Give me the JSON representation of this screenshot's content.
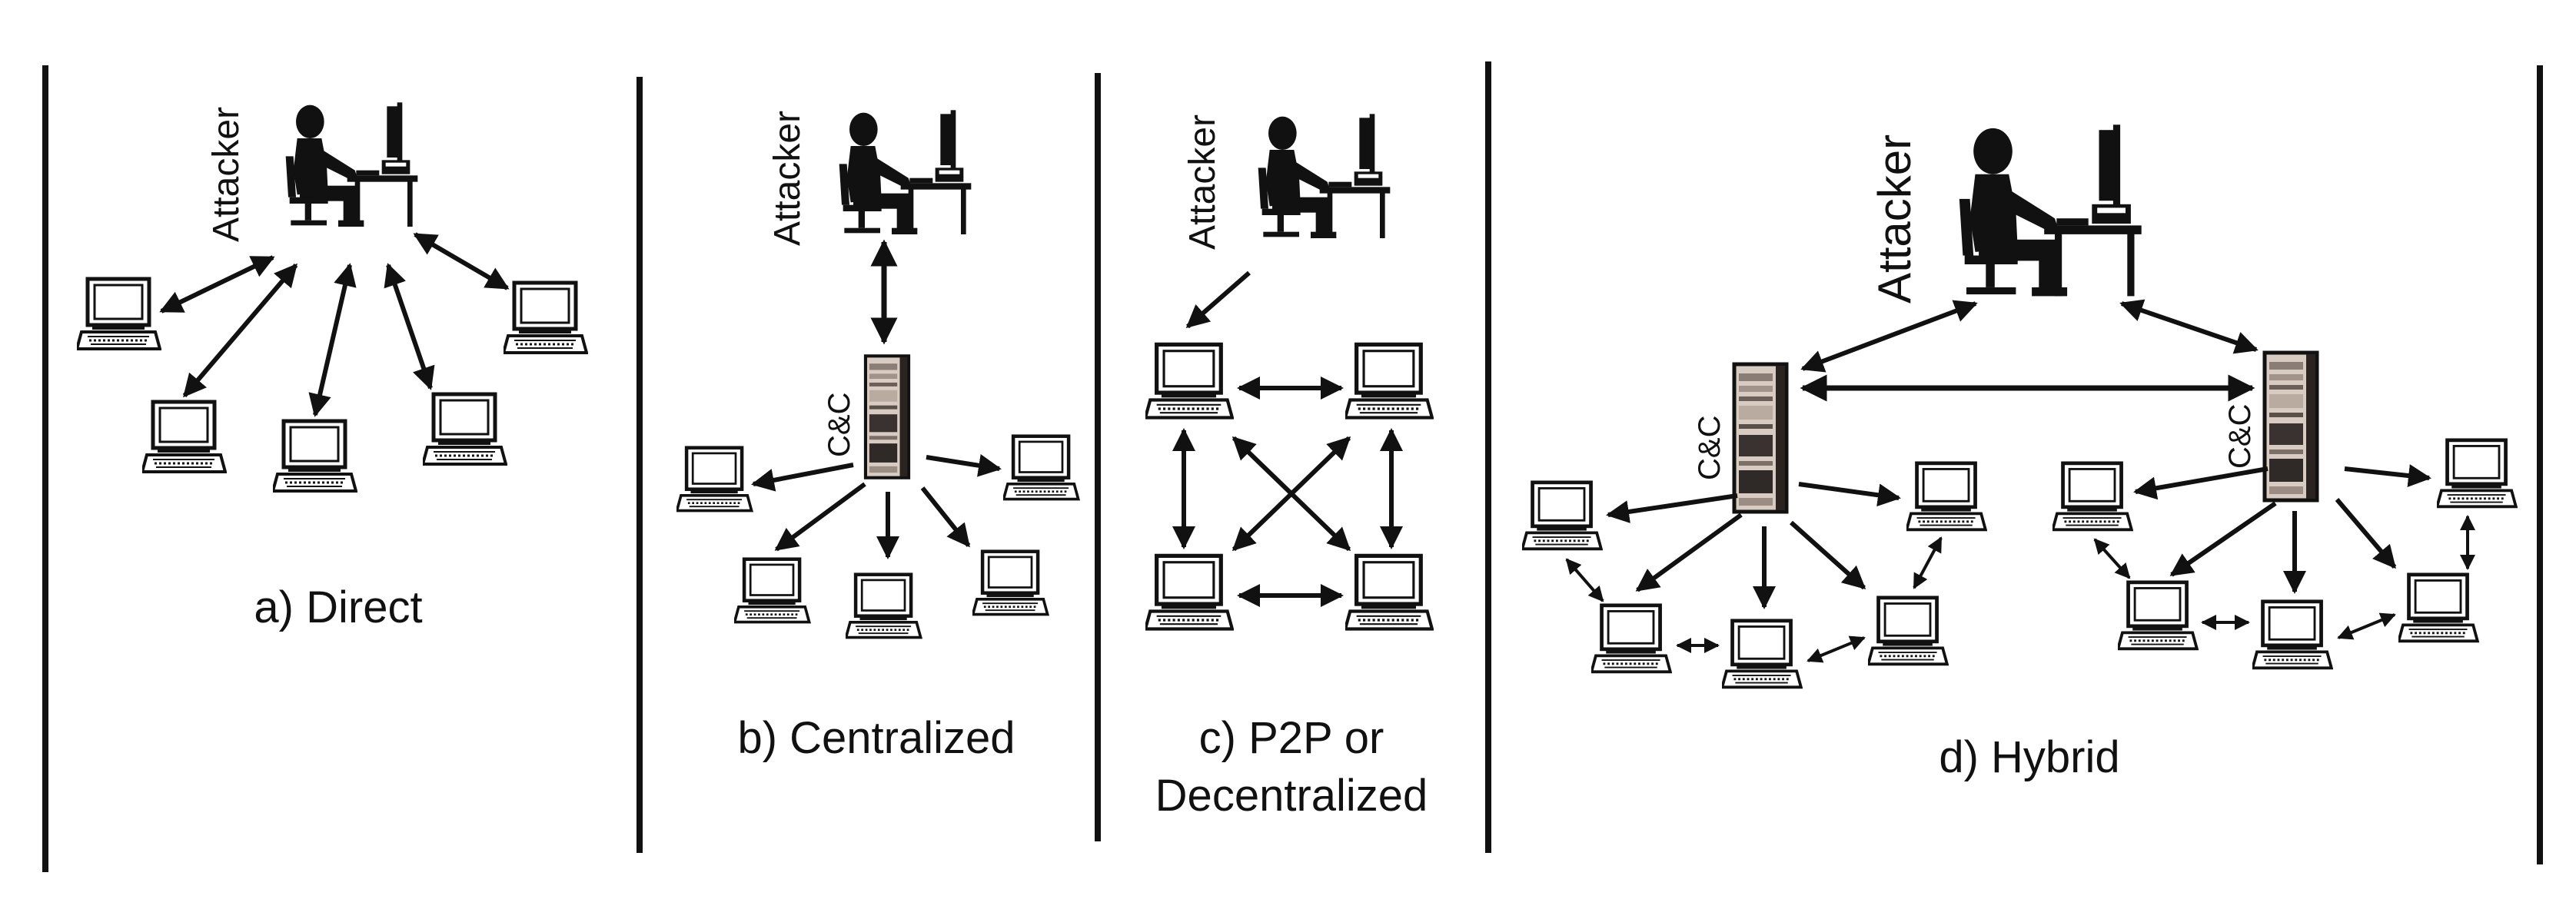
{
  "panels": [
    {
      "id": "direct",
      "caption": "a) Direct"
    },
    {
      "id": "centralized",
      "caption": "b) Centralized"
    },
    {
      "id": "p2p",
      "caption_line1": "c) P2P or",
      "caption_line2": "Decentralized"
    },
    {
      "id": "hybrid",
      "caption": "d) Hybrid"
    }
  ],
  "labels": {
    "attacker": "Attacker",
    "cc": "C&C"
  },
  "icons": {
    "attacker": "attacker-workstation-icon",
    "server": "server-tower-icon",
    "bot": "laptop-icon"
  }
}
